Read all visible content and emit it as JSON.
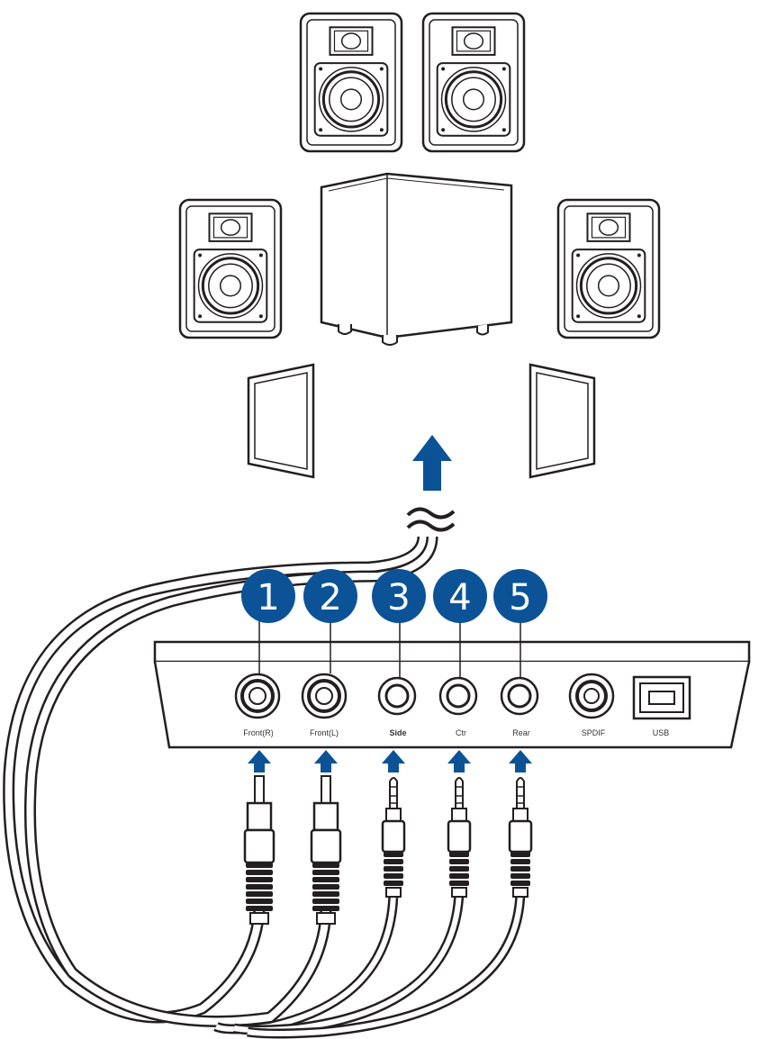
{
  "colors": {
    "accent": "#0b5396",
    "line": "#231f20",
    "background": "#ffffff"
  },
  "speakers": [
    {
      "name": "front-right-speaker"
    },
    {
      "name": "front-left-speaker"
    },
    {
      "name": "side-left-speaker"
    },
    {
      "name": "subwoofer"
    },
    {
      "name": "side-right-speaker"
    },
    {
      "name": "rear-left-speaker"
    },
    {
      "name": "rear-right-speaker"
    }
  ],
  "badges": [
    {
      "number": "1"
    },
    {
      "number": "2"
    },
    {
      "number": "3"
    },
    {
      "number": "4"
    },
    {
      "number": "5"
    }
  ],
  "ports": [
    {
      "label": "Front(R)"
    },
    {
      "label": "Front(L)"
    },
    {
      "label": "Side"
    },
    {
      "label": "Ctr"
    },
    {
      "label": "Rear"
    },
    {
      "label": "SPDIF"
    },
    {
      "label": "USB"
    }
  ],
  "icons": {
    "up_arrow": "arrow-up-icon",
    "break": "approximately-equal-icon"
  }
}
